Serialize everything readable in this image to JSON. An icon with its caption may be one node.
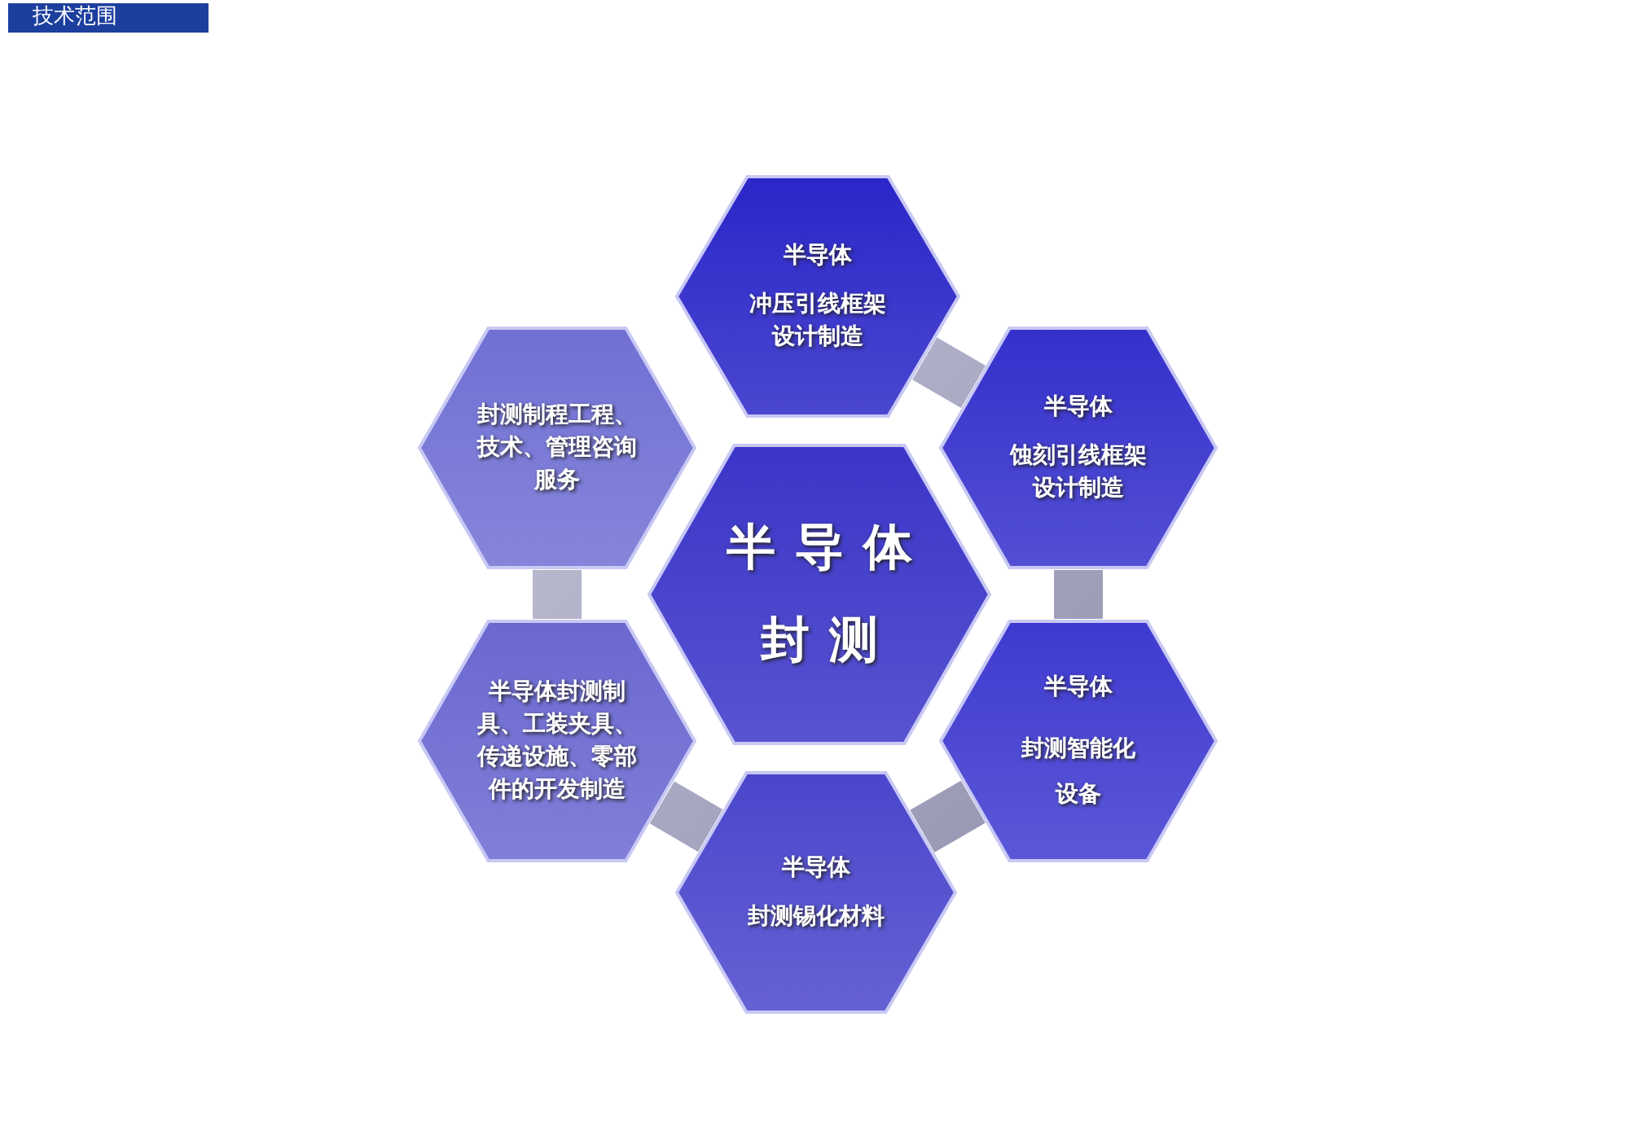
{
  "diagram": {
    "title": "技术范围",
    "nodes": [
      {
        "text": [
          "半导体封测"
        ]
      },
      {
        "text": [
          "半导体",
          "冲压引线框架设计制造"
        ]
      },
      {
        "text": [
          "半导体",
          "蚀刻引线框架设计制造"
        ]
      },
      {
        "text": [
          "半导体",
          "封测智能化设备"
        ]
      },
      {
        "text": [
          "半导体",
          "封测锡化材料"
        ]
      },
      {
        "text": [
          "半导体封测制具、工装夹具、传递设施、零部件的开发制造"
        ]
      },
      {
        "text": [
          "封测制程工程、技术、管理咨询服务"
        ]
      }
    ],
    "edges": [
      {
        "from": 1,
        "to": 2,
        "arrow": "none"
      },
      {
        "from": 2,
        "to": 3,
        "arrow": "none"
      },
      {
        "from": 3,
        "to": 4,
        "arrow": "none"
      },
      {
        "from": 4,
        "to": 5,
        "arrow": "none"
      },
      {
        "from": 5,
        "to": 6,
        "arrow": "none"
      }
    ]
  }
}
